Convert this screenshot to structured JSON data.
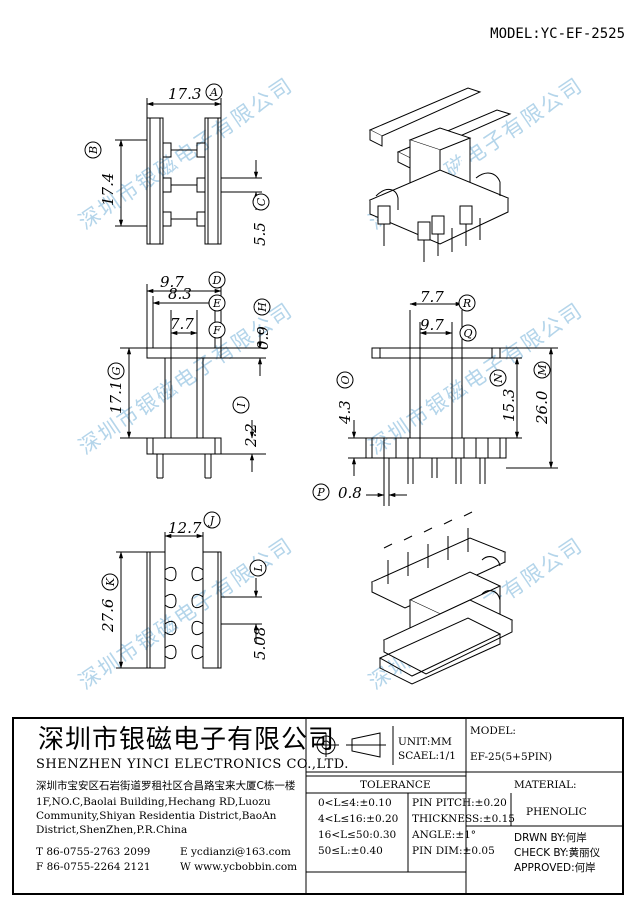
{
  "model_header": "MODEL:YC-EF-2525",
  "watermark": "深圳市银磁电子有限公司",
  "dimensions": [
    {
      "id": "A",
      "value": "17.3"
    },
    {
      "id": "B",
      "value": "17.4"
    },
    {
      "id": "C",
      "value": "5.5"
    },
    {
      "id": "D",
      "value": "9.7"
    },
    {
      "id": "E",
      "value": "8.3"
    },
    {
      "id": "F",
      "value": "7.7"
    },
    {
      "id": "G",
      "value": "17.1"
    },
    {
      "id": "H",
      "value": "0.9"
    },
    {
      "id": "I",
      "value": "2.2"
    },
    {
      "id": "J",
      "value": "12.7"
    },
    {
      "id": "K",
      "value": "27.6"
    },
    {
      "id": "L",
      "value": "5.08"
    },
    {
      "id": "M",
      "value": "26.0"
    },
    {
      "id": "N",
      "value": "15.3"
    },
    {
      "id": "O",
      "value": "4.3"
    },
    {
      "id": "P",
      "value": "0.8"
    },
    {
      "id": "Q",
      "value": "9.7"
    },
    {
      "id": "R",
      "value": "7.7"
    }
  ],
  "title_block": {
    "company_cn": "深圳市银磁电子有限公司",
    "company_en": "SHENZHEN YINCI ELECTRONICS CO.,LTD.",
    "address_cn": "深圳市宝安区石岩街道罗租社区合昌路宝来大厦C栋一楼",
    "address_en_1": "1F,NO.C,Baolai Building,Hechang RD,Luozu",
    "address_en_2": "Community,Shiyan Residentia District,BaoAn",
    "address_en_3": "District,ShenZhen,P.R.China",
    "tel": "T 86-0755-2763 2099",
    "fax": "F 86-0755-2264 2121",
    "email": "E ycdianzi@163.com",
    "web": "W www.ycbobbin.com",
    "unit": "UNIT:MM",
    "scale": "SCAEL:1/1",
    "model_label": "MODEL:",
    "model_value": "EF-25(5+5PIN)",
    "tolerance_title": "TOLERANCE",
    "tol_1": "0<L≤4:±0.10",
    "tol_2": "4<L≤16:±0.20",
    "tol_3": "16<L≤50:0.30",
    "tol_4": "50≤L:±0.40",
    "pin_pitch": "PIN PITCH:±0.20",
    "thickness": "THICKNESS:±0.15",
    "angle": "ANGLE:±1°",
    "pin_dim": "PIN DIM:±0.05",
    "material_label": "MATERIAL:",
    "material_value": "PHENOLIC",
    "drawn_by": "DRWN BY:何岸",
    "check_by": "CHECK BY:黄丽仪",
    "approved": "APPROVED:何岸"
  }
}
